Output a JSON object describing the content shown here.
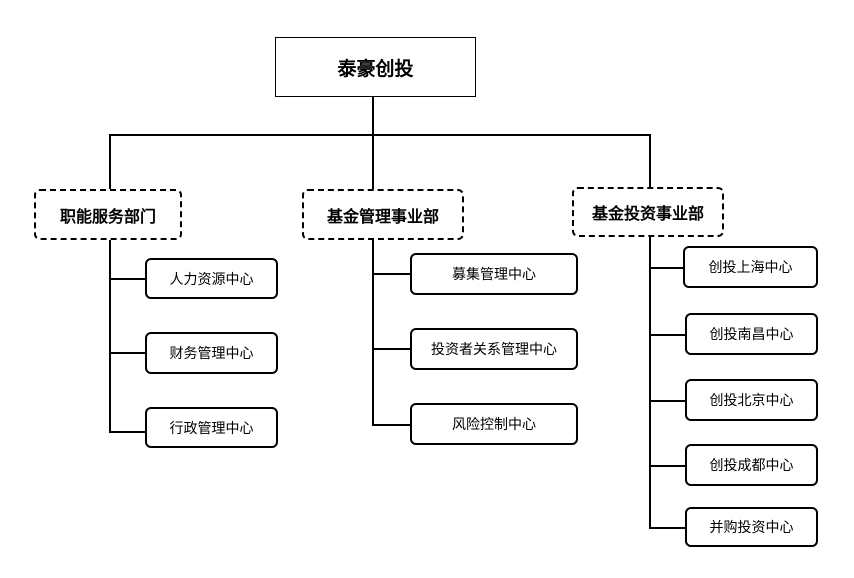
{
  "root": {
    "label": "泰豪创投"
  },
  "departments": [
    {
      "label": "职能服务部门",
      "centers": [
        "人力资源中心",
        "财务管理中心",
        "行政管理中心"
      ]
    },
    {
      "label": "基金管理事业部",
      "centers": [
        "募集管理中心",
        "投资者关系管理中心",
        "风险控制中心"
      ]
    },
    {
      "label": "基金投资事业部",
      "centers": [
        "创投上海中心",
        "创投南昌中心",
        "创投北京中心",
        "创投成都中心",
        "并购投资中心"
      ]
    }
  ]
}
